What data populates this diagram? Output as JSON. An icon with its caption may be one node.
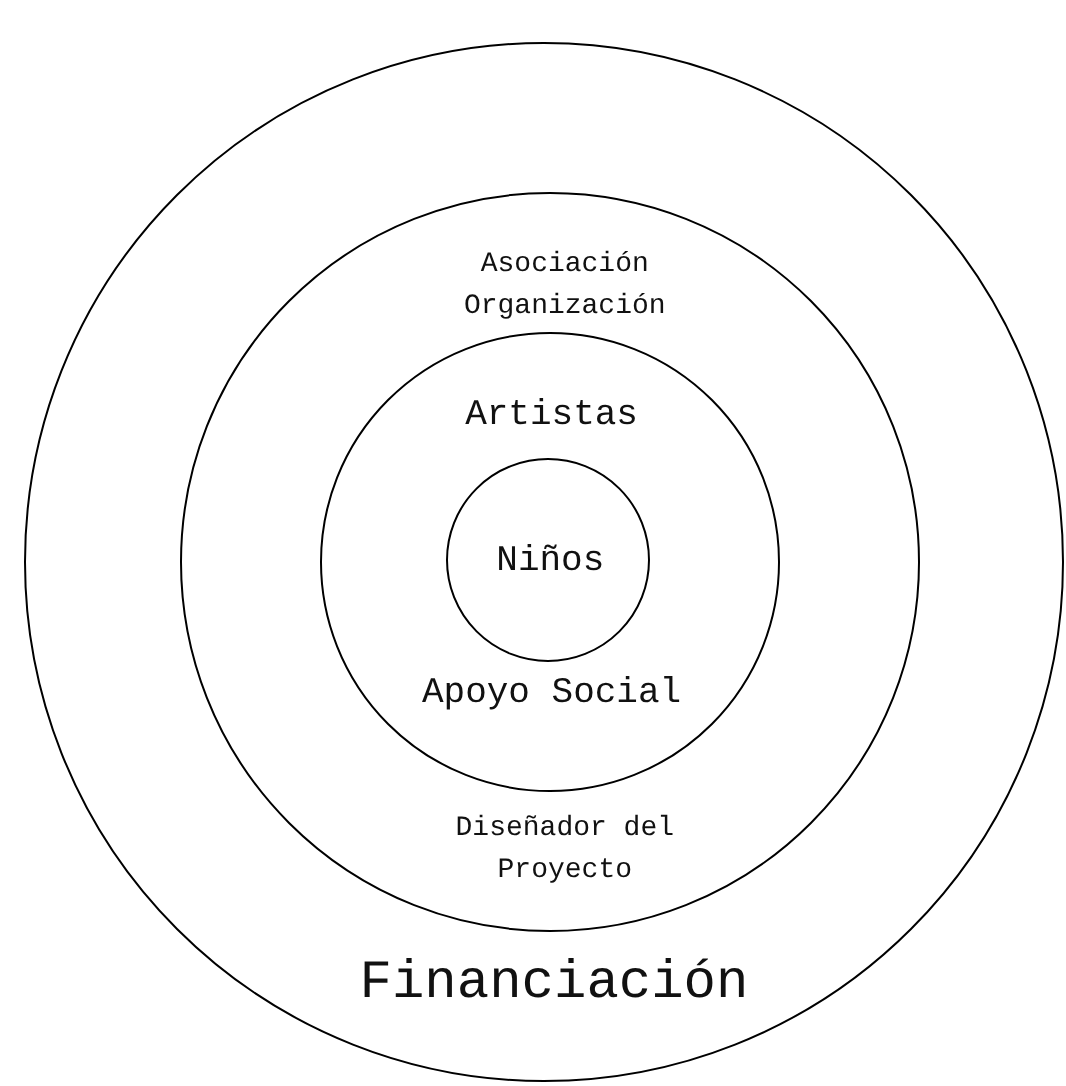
{
  "diagram": {
    "nodes": [
      {
        "text": [
          "Financiación"
        ]
      },
      {
        "text": [
          "Asociación Organización",
          "Diseñador del Proyecto"
        ],
        "in": 0
      },
      {
        "text": [
          "Artistas",
          "Apoyo Social"
        ],
        "in": 1
      },
      {
        "text": [
          "Niños"
        ],
        "in": 2
      }
    ]
  }
}
